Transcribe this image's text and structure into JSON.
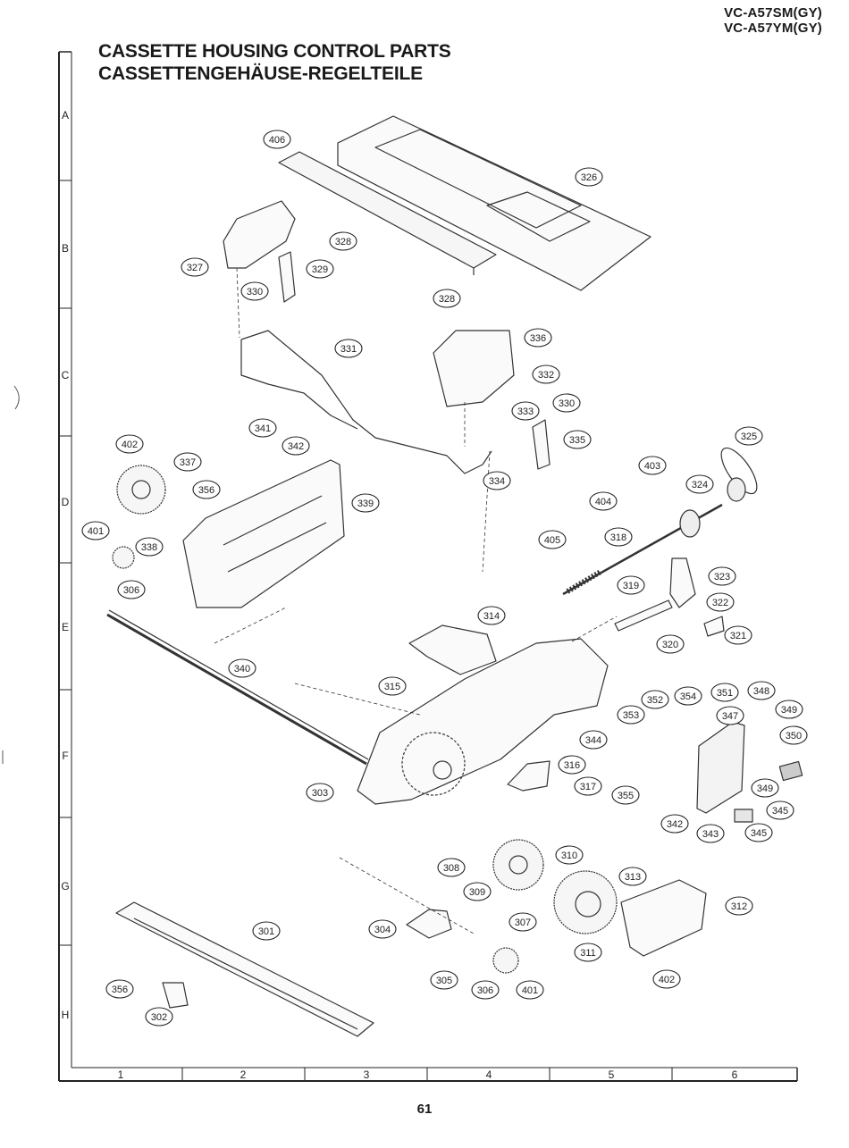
{
  "header": {
    "models": [
      "VC-A57SM(GY)",
      "VC-A57YM(GY)"
    ],
    "title_line1": "CASSETTE HOUSING CONTROL PARTS",
    "title_line2": "CASSETTENGEHÄUSE-REGELTEILE"
  },
  "grid": {
    "row_labels": [
      "A",
      "B",
      "C",
      "D",
      "E",
      "F",
      "G",
      "H"
    ],
    "col_labels": [
      "1",
      "2",
      "3",
      "4",
      "5",
      "6"
    ]
  },
  "callouts": [
    "406",
    "326",
    "328",
    "327",
    "329",
    "330",
    "331",
    "328",
    "336",
    "332",
    "330",
    "333",
    "335",
    "334",
    "341",
    "342",
    "402",
    "337",
    "356",
    "339",
    "401",
    "338",
    "306",
    "325",
    "403",
    "324",
    "404",
    "405",
    "318",
    "323",
    "319",
    "322",
    "320",
    "321",
    "314",
    "340",
    "315",
    "352",
    "354",
    "351",
    "348",
    "353",
    "347",
    "349",
    "344",
    "350",
    "316",
    "355",
    "317",
    "303",
    "342",
    "343",
    "345",
    "349",
    "345",
    "308",
    "310",
    "309",
    "313",
    "312",
    "307",
    "304",
    "301",
    "311",
    "305",
    "306",
    "401",
    "402",
    "356",
    "302"
  ],
  "footer": {
    "page_number": "61"
  }
}
